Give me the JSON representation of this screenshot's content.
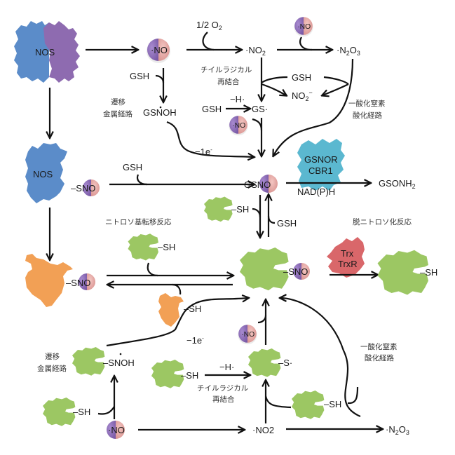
{
  "colors": {
    "nos_blue": "#5b8cc9",
    "nos_purple": "#8e6bb0",
    "orange_protein": "#f2a055",
    "green_protein": "#9cc763",
    "gsnor_cyan": "#5bb8d0",
    "trx_red": "#d9676a",
    "no_purple": "#9678c0",
    "no_pink": "#e5aaa8"
  },
  "proteins": {
    "nos_top": "NOS",
    "nos_middle": "NOS",
    "gsnor": [
      "GSNOR",
      "CBR1"
    ],
    "trx": [
      "Trx",
      "TrxR"
    ]
  },
  "molecules": {
    "no": "·NO",
    "no2": "·NO",
    "n2o3_prefix": "·N",
    "sno": "–SNO",
    "gsno_gs": "GS",
    "gsno_no": "NO"
  },
  "labels": {
    "half_o2": "1/2 O",
    "half_o2_sub": "2",
    "no2_top": "·NO",
    "no2_sub": "2",
    "n2o3": "·N",
    "n2o3_sub1": "2",
    "n2o3_o": "O",
    "n2o3_sub2": "3",
    "gsh_1": "GSH",
    "gsnoh": "GSNOH",
    "gsh_2": "GSH",
    "nitrite": "NO",
    "nitrite_sub": "2",
    "nitrite_sup": "−",
    "gsh_3": "GSH",
    "minus_h_top": "−H·",
    "gs_radical": "GS·",
    "minus_1e_top": "−1e",
    "gsh_4": "GSH",
    "nadph": "NAD(P)H",
    "gsonh2": "GSONH",
    "gsonh2_sub": "2",
    "sh_gsno": "–SH",
    "gsh_5": "GSH",
    "sh_transfer_green": "–SH",
    "sh_transfer_orange": "–SH",
    "sh_trx_product": "–SH",
    "minus_1e_bottom": "−1e",
    "snoh": "–SNOH",
    "sh_left_bottom": "–SH",
    "sh_mid_bottom": "–SH",
    "minus_h_bottom": "−H·",
    "s_radical": "–S·",
    "sh_right_bottom": "–SH",
    "no2_bottom": "·NO2",
    "n2o3_bottom": "·N",
    "electron_sup": "-"
  },
  "jp_labels": {
    "transition_metal_top": [
      "遷移",
      "金属経路"
    ],
    "thiyl_radical_top": [
      "チイルラジカル",
      "再結合"
    ],
    "no_oxidation_top": [
      "一酸化窒素",
      "酸化経路"
    ],
    "transnitrosation": "ニトロソ基転移反応",
    "denitrosation": "脱ニトロソ化反応",
    "transition_metal_bottom": [
      "遷移",
      "金属経路"
    ],
    "thiyl_radical_bottom": [
      "チイルラジカル",
      "再結合"
    ],
    "no_oxidation_bottom": [
      "一酸化窒素",
      "酸化経路"
    ]
  }
}
